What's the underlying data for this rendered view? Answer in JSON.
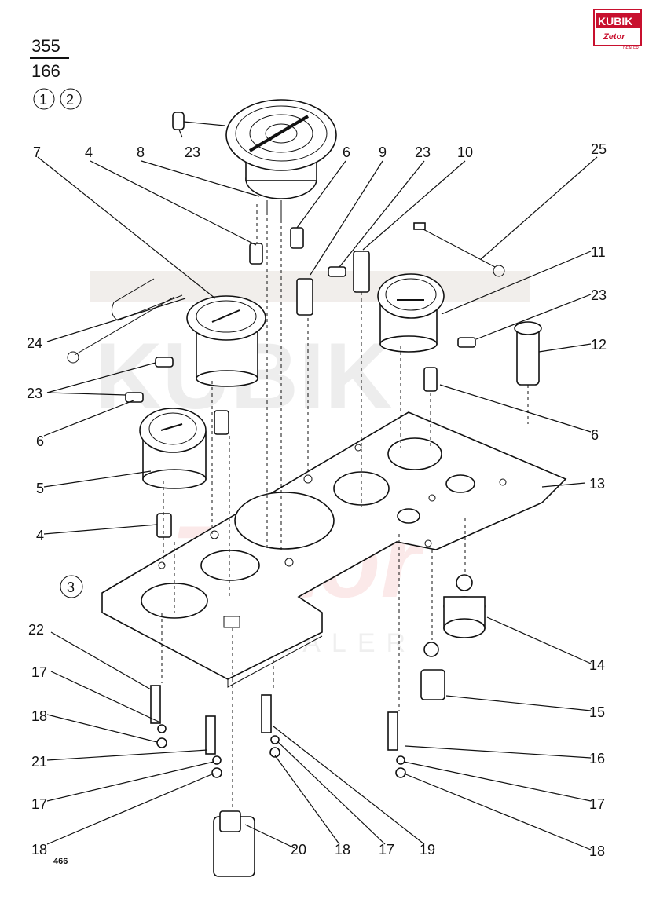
{
  "page_ref": {
    "numerator": "355",
    "denominator": "166"
  },
  "variants": [
    "1",
    "2"
  ],
  "variant_3": "3",
  "figure_id": "466",
  "logo": {
    "brand": "KUBIK",
    "sub": "Zetor",
    "tag": "DEALER"
  },
  "watermark": {
    "brand": "KUBIK",
    "sub": "Zetor",
    "tag": "DEALER"
  },
  "callouts": {
    "c23a": "23",
    "c8": "8",
    "c4a": "4",
    "c6a": "6",
    "c9": "9",
    "c23b": "23",
    "c10": "10",
    "c25": "25",
    "c7": "7",
    "c11": "11",
    "c23c": "23",
    "c12": "12",
    "c24": "24",
    "c23d": "23",
    "c6b": "6",
    "c6c": "6",
    "c5": "5",
    "c13": "13",
    "c4b": "4",
    "c22": "22",
    "c17a": "17",
    "c18a": "18",
    "c21": "21",
    "c17b": "17",
    "c18b": "18",
    "c20": "20",
    "c18c": "18",
    "c17c": "17",
    "c19": "19",
    "c14": "14",
    "c15": "15",
    "c16": "16",
    "c17d": "17",
    "c18d": "18"
  }
}
